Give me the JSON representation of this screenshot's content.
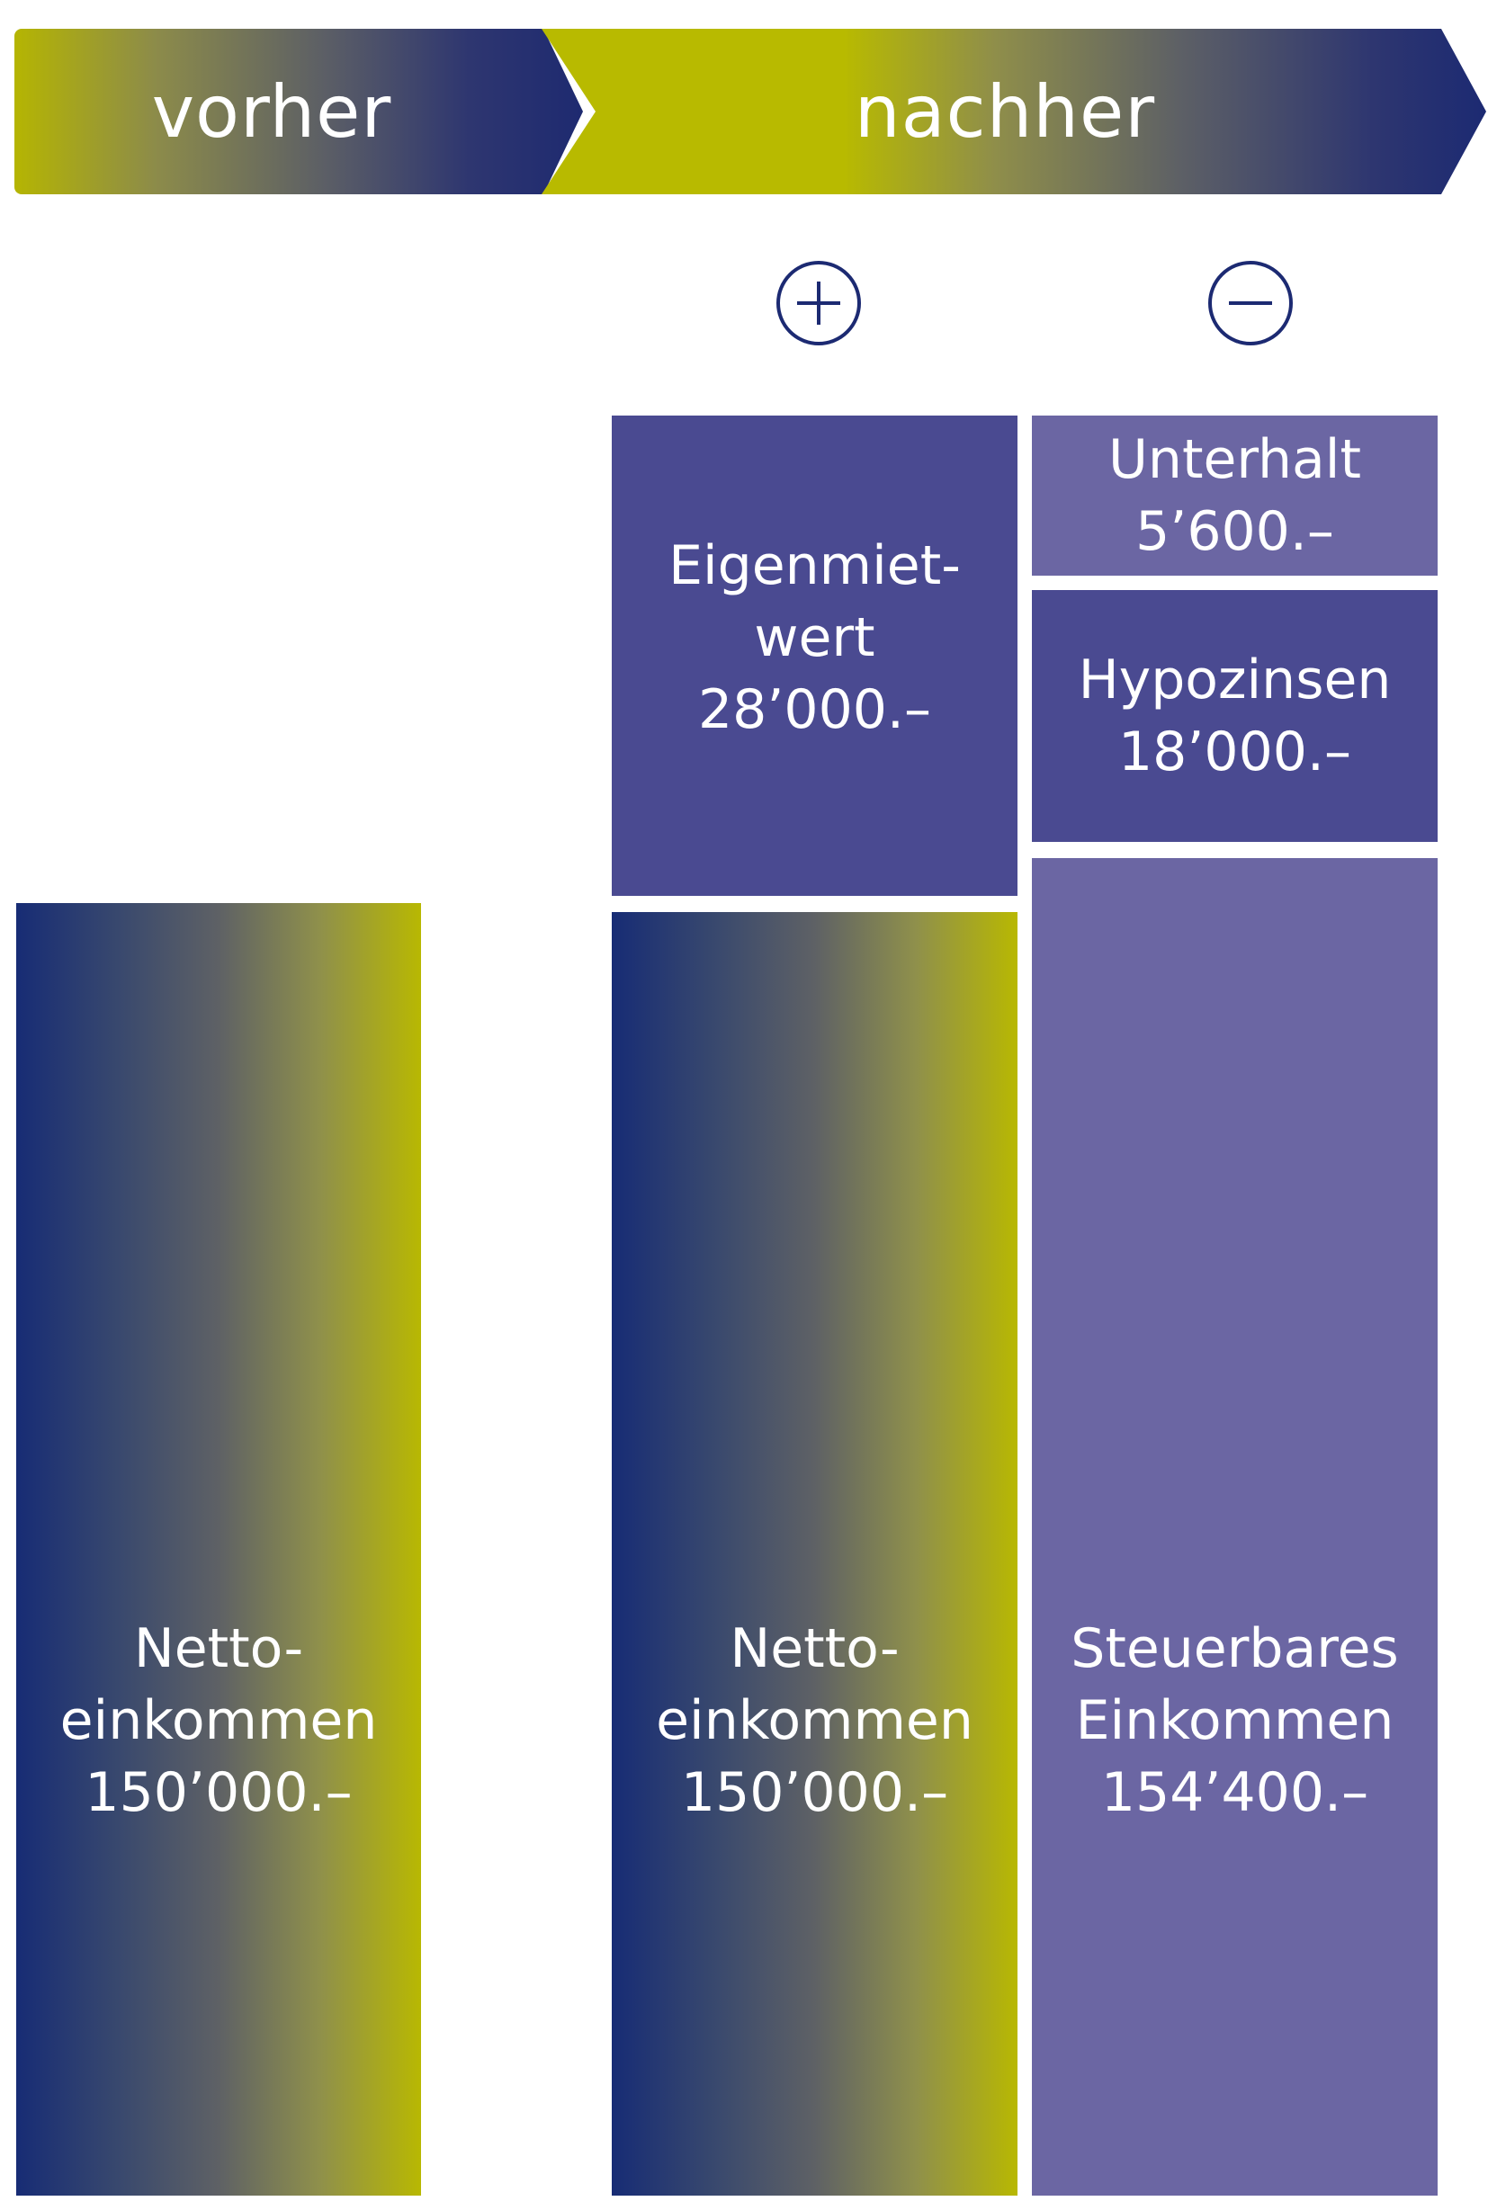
{
  "header": {
    "before_label": "vorher",
    "after_label": "nachher"
  },
  "signs": {
    "add_symbol": "plus",
    "subtract_symbol": "minus"
  },
  "colors": {
    "navy": "#1c2a72",
    "olive": "#b8ba00",
    "purple_dark": "#4a4a91",
    "purple_light": "#6b66a3"
  },
  "blocks": {
    "vorher_netto": {
      "line1": "Netto-",
      "line2": "einkommen",
      "value": "150’000.–"
    },
    "eigenmietwert": {
      "line1": "Eigenmiet-",
      "line2": "wert",
      "value": "28’000.–"
    },
    "nachher_netto": {
      "line1": "Netto-",
      "line2": "einkommen",
      "value": "150’000.–"
    },
    "unterhalt": {
      "line1": "Unterhalt",
      "value": "5’600.–"
    },
    "hypozinsen": {
      "line1": "Hypozinsen",
      "value": "18’000.–"
    },
    "steuerbares": {
      "line1": "Steuerbares",
      "line2": "Einkommen",
      "value": "154’400.–"
    }
  }
}
